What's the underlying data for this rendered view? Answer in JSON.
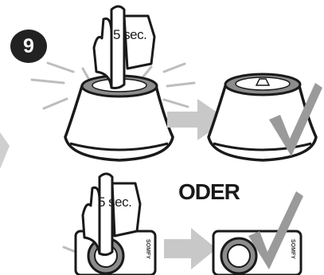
{
  "step": {
    "number": "9"
  },
  "instructions": {
    "hold_duration_top": "5 sec.",
    "hold_duration_bottom": "5 sec.",
    "alternative_label": "ODER",
    "device_brand": "SOMFY"
  },
  "icons": {
    "hand": "pointing-hand-icon",
    "check": "checkmark-icon",
    "arrow": "right-arrow-icon"
  },
  "colors": {
    "check": "#9a9a9a",
    "arrow": "#c8c8c8",
    "ring": "#8c8c8c",
    "outline": "#1a1a1a"
  }
}
